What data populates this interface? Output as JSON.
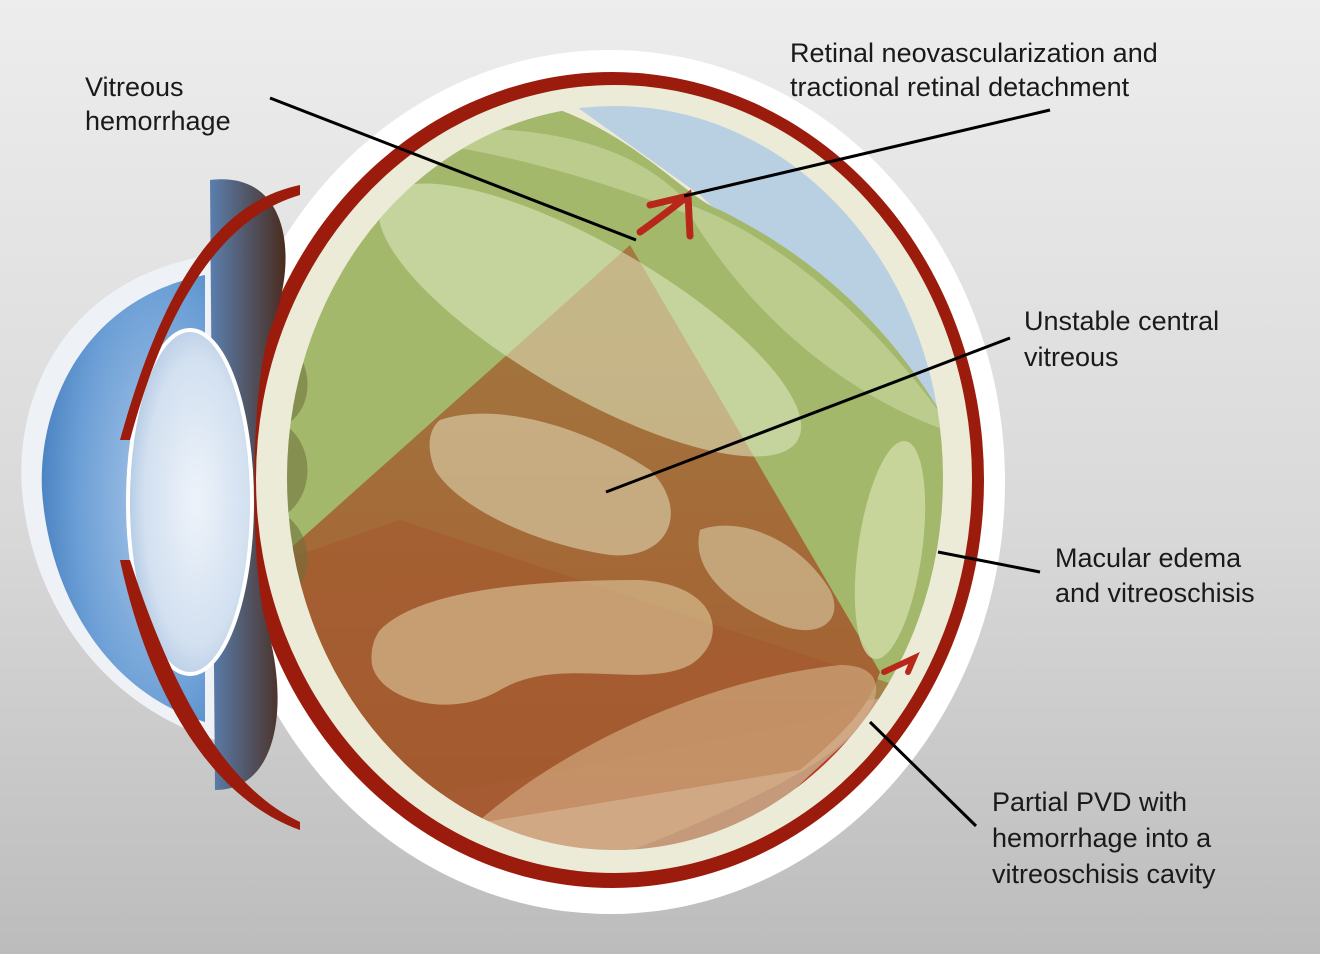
{
  "diagram": {
    "labels": {
      "vitreous_hemorrhage": [
        "Vitreous",
        "hemorrhage"
      ],
      "neovascularization": [
        "Retinal neovascularization and",
        "tractional retinal detachment"
      ],
      "unstable_vitreous": [
        "Unstable central",
        "vitreous"
      ],
      "macular_edema": [
        "Macular edema",
        "and vitreoschisis"
      ],
      "partial_pvd": [
        "Partial PVD with",
        "hemorrhage into a",
        "vitreoschisis cavity"
      ]
    },
    "colors": {
      "background_top": "#ececec",
      "background_bottom": "#bdbdbd",
      "sclera": "#ffffff",
      "choroid_red": "#9b1b0c",
      "retina_cream": "#ecebd8",
      "vitreous_green": "#a3b86a",
      "hemorrhage_brown": "#9b5a2e",
      "detached_blue": "#b9cfe2",
      "lens": "#dde7f3",
      "cornea": "#4d8ac8",
      "leader_line": "#000000"
    }
  }
}
